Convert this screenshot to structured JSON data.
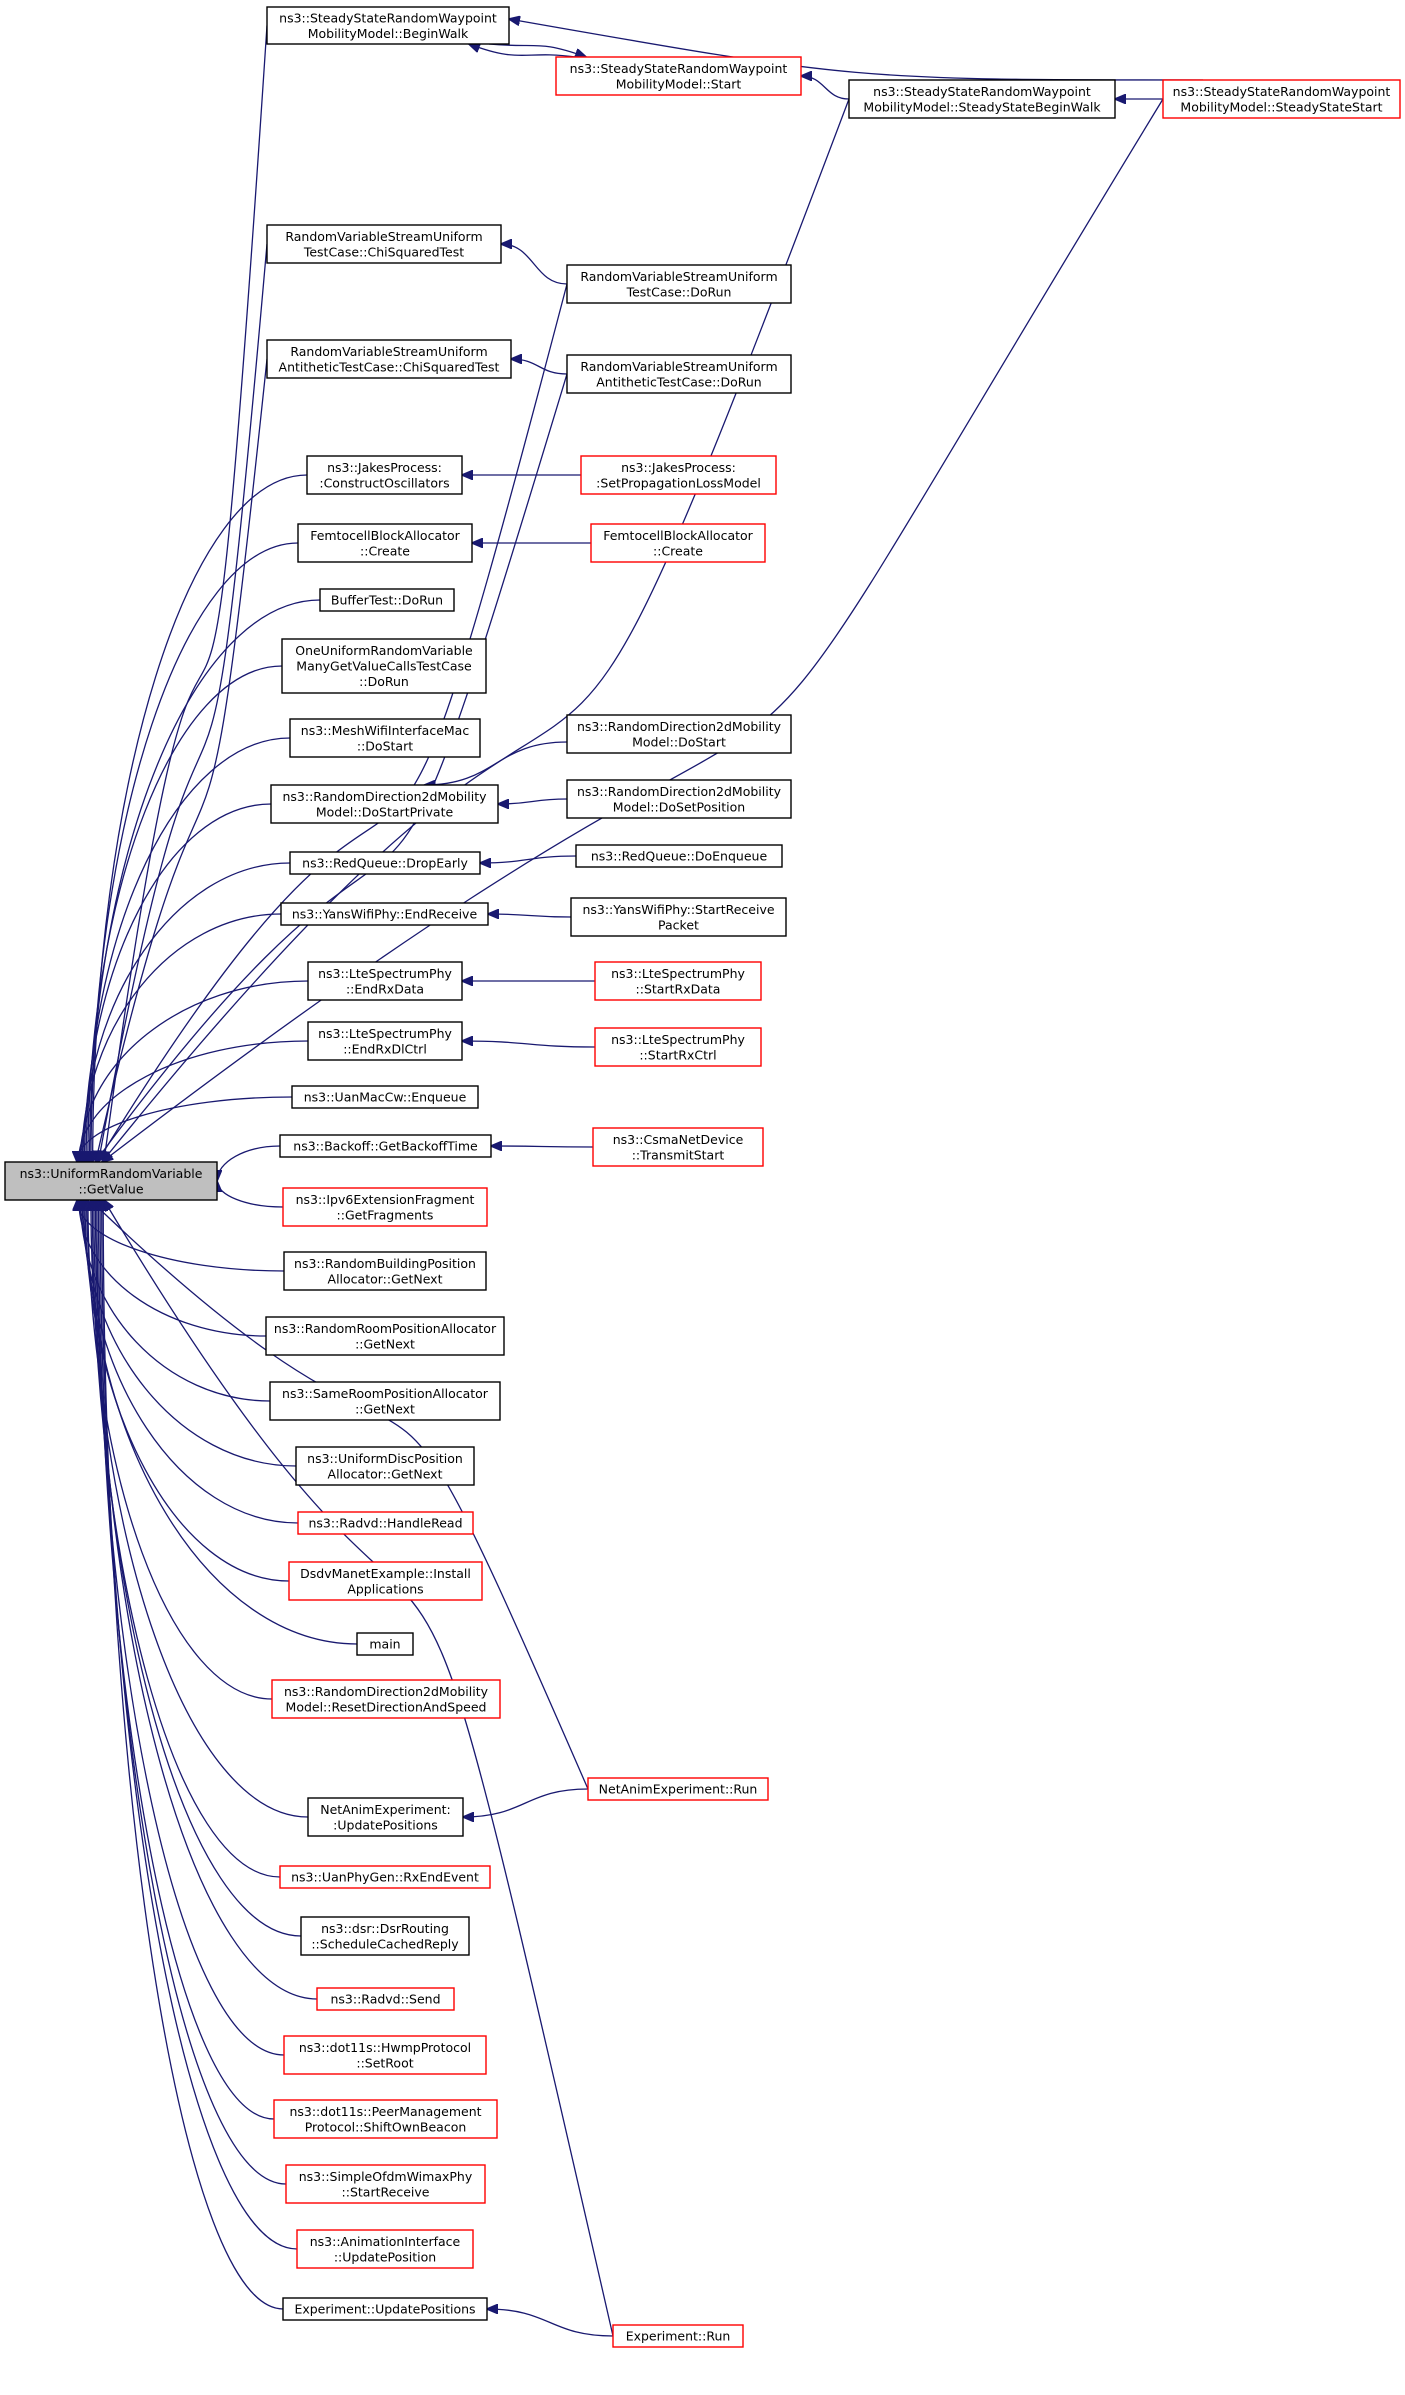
{
  "colors": {
    "edge": "#191970",
    "root_fill": "#bfbfbf",
    "border_black": "#000000",
    "border_red": "#ff0000",
    "fill": "#ffffff"
  },
  "nodes": [
    {
      "id": "root",
      "lines": [
        "ns3::UniformRandomVariable",
        "::GetValue"
      ],
      "border": "black",
      "fill": "grey"
    },
    {
      "id": "ssbw",
      "lines": [
        "ns3::SteadyStateRandomWaypoint",
        "MobilityModel::BeginWalk"
      ],
      "border": "black"
    },
    {
      "id": "ssstart",
      "lines": [
        "ns3::SteadyStateRandomWaypoint",
        "MobilityModel::Start"
      ],
      "border": "red"
    },
    {
      "id": "ssbeginwalk",
      "lines": [
        "ns3::SteadyStateRandomWaypoint",
        "MobilityModel::SteadyStateBeginWalk"
      ],
      "border": "black"
    },
    {
      "id": "ssss",
      "lines": [
        "ns3::SteadyStateRandomWaypoint",
        "MobilityModel::SteadyStateStart"
      ],
      "border": "red"
    },
    {
      "id": "chisq1",
      "lines": [
        "RandomVariableStreamUniform",
        "TestCase::ChiSquaredTest"
      ],
      "border": "black"
    },
    {
      "id": "dorun1",
      "lines": [
        "RandomVariableStreamUniform",
        "TestCase::DoRun"
      ],
      "border": "black"
    },
    {
      "id": "chisq2",
      "lines": [
        "RandomVariableStreamUniform",
        "AntitheticTestCase::ChiSquaredTest"
      ],
      "border": "black"
    },
    {
      "id": "dorun2",
      "lines": [
        "RandomVariableStreamUniform",
        "AntitheticTestCase::DoRun"
      ],
      "border": "black"
    },
    {
      "id": "jakes",
      "lines": [
        "ns3::JakesProcess:",
        ":ConstructOscillators"
      ],
      "border": "black"
    },
    {
      "id": "jakesset",
      "lines": [
        "ns3::JakesProcess:",
        ":SetPropagationLossModel"
      ],
      "border": "red"
    },
    {
      "id": "femto",
      "lines": [
        "FemtocellBlockAllocator",
        "::Create"
      ],
      "border": "black"
    },
    {
      "id": "femto2",
      "lines": [
        "FemtocellBlockAllocator",
        "::Create"
      ],
      "border": "red"
    },
    {
      "id": "buffertest",
      "lines": [
        "BufferTest::DoRun"
      ],
      "border": "black"
    },
    {
      "id": "oneuniform",
      "lines": [
        "OneUniformRandomVariable",
        "ManyGetValueCallsTestCase",
        "::DoRun"
      ],
      "border": "black"
    },
    {
      "id": "meshwifi",
      "lines": [
        "ns3::MeshWifiInterfaceMac",
        "::DoStart"
      ],
      "border": "black"
    },
    {
      "id": "rd2dpriv",
      "lines": [
        "ns3::RandomDirection2dMobility",
        "Model::DoStartPrivate"
      ],
      "border": "black"
    },
    {
      "id": "rd2dstart",
      "lines": [
        "ns3::RandomDirection2dMobility",
        "Model::DoStart"
      ],
      "border": "black"
    },
    {
      "id": "rd2dsetpos",
      "lines": [
        "ns3::RandomDirection2dMobility",
        "Model::DoSetPosition"
      ],
      "border": "black"
    },
    {
      "id": "redqdrop",
      "lines": [
        "ns3::RedQueue::DropEarly"
      ],
      "border": "black"
    },
    {
      "id": "redqenq",
      "lines": [
        "ns3::RedQueue::DoEnqueue"
      ],
      "border": "black"
    },
    {
      "id": "yansend",
      "lines": [
        "ns3::YansWifiPhy::EndReceive"
      ],
      "border": "black"
    },
    {
      "id": "yansstart",
      "lines": [
        "ns3::YansWifiPhy::StartReceive",
        "Packet"
      ],
      "border": "black"
    },
    {
      "id": "lteendrx",
      "lines": [
        "ns3::LteSpectrumPhy",
        "::EndRxData"
      ],
      "border": "black"
    },
    {
      "id": "ltestartrx",
      "lines": [
        "ns3::LteSpectrumPhy",
        "::StartRxData"
      ],
      "border": "red"
    },
    {
      "id": "lteenddl",
      "lines": [
        "ns3::LteSpectrumPhy",
        "::EndRxDlCtrl"
      ],
      "border": "black"
    },
    {
      "id": "ltestartctrl",
      "lines": [
        "ns3::LteSpectrumPhy",
        "::StartRxCtrl"
      ],
      "border": "red"
    },
    {
      "id": "uanenq",
      "lines": [
        "ns3::UanMacCw::Enqueue"
      ],
      "border": "black"
    },
    {
      "id": "backoff",
      "lines": [
        "ns3::Backoff::GetBackoffTime"
      ],
      "border": "black"
    },
    {
      "id": "csma",
      "lines": [
        "ns3::CsmaNetDevice",
        "::TransmitStart"
      ],
      "border": "red"
    },
    {
      "id": "ipv6frag",
      "lines": [
        "ns3::Ipv6ExtensionFragment",
        "::GetFragments"
      ],
      "border": "red"
    },
    {
      "id": "rbpa",
      "lines": [
        "ns3::RandomBuildingPosition",
        "Allocator::GetNext"
      ],
      "border": "black"
    },
    {
      "id": "rrpa",
      "lines": [
        "ns3::RandomRoomPositionAllocator",
        "::GetNext"
      ],
      "border": "black"
    },
    {
      "id": "srpa",
      "lines": [
        "ns3::SameRoomPositionAllocator",
        "::GetNext"
      ],
      "border": "black"
    },
    {
      "id": "udpa",
      "lines": [
        "ns3::UniformDiscPosition",
        "Allocator::GetNext"
      ],
      "border": "black"
    },
    {
      "id": "radvdread",
      "lines": [
        "ns3::Radvd::HandleRead"
      ],
      "border": "red"
    },
    {
      "id": "dsdv",
      "lines": [
        "DsdvManetExample::Install",
        "Applications"
      ],
      "border": "red"
    },
    {
      "id": "main",
      "lines": [
        "main"
      ],
      "border": "black"
    },
    {
      "id": "rd2dreset",
      "lines": [
        "ns3::RandomDirection2dMobility",
        "Model::ResetDirectionAndSpeed"
      ],
      "border": "red"
    },
    {
      "id": "netanimrun",
      "lines": [
        "NetAnimExperiment::Run"
      ],
      "border": "red"
    },
    {
      "id": "netanimupd",
      "lines": [
        "NetAnimExperiment:",
        ":UpdatePositions"
      ],
      "border": "black"
    },
    {
      "id": "uanphy",
      "lines": [
        "ns3::UanPhyGen::RxEndEvent"
      ],
      "border": "red"
    },
    {
      "id": "dsr",
      "lines": [
        "ns3::dsr::DsrRouting",
        "::ScheduleCachedReply"
      ],
      "border": "black"
    },
    {
      "id": "radvdsend",
      "lines": [
        "ns3::Radvd::Send"
      ],
      "border": "red"
    },
    {
      "id": "hwmp",
      "lines": [
        "ns3::dot11s::HwmpProtocol",
        "::SetRoot"
      ],
      "border": "red"
    },
    {
      "id": "peermgmt",
      "lines": [
        "ns3::dot11s::PeerManagement",
        "Protocol::ShiftOwnBeacon"
      ],
      "border": "red"
    },
    {
      "id": "simpleofdm",
      "lines": [
        "ns3::SimpleOfdmWimaxPhy",
        "::StartReceive"
      ],
      "border": "red"
    },
    {
      "id": "anim",
      "lines": [
        "ns3::AnimationInterface",
        "::UpdatePosition"
      ],
      "border": "red"
    },
    {
      "id": "expupd",
      "lines": [
        "Experiment::UpdatePositions"
      ],
      "border": "black"
    },
    {
      "id": "exprun",
      "lines": [
        "Experiment::Run"
      ],
      "border": "red"
    }
  ],
  "edges": [
    [
      "ssbw",
      "root"
    ],
    [
      "ssstart",
      "ssbw"
    ],
    [
      "ssbw",
      "ssstart"
    ],
    [
      "ssbeginwalk",
      "ssstart"
    ],
    [
      "ssss",
      "ssbeginwalk"
    ],
    [
      "ssss",
      "ssbw"
    ],
    [
      "ssbeginwalk",
      "root"
    ],
    [
      "ssss",
      "root"
    ],
    [
      "chisq1",
      "root"
    ],
    [
      "dorun1",
      "chisq1"
    ],
    [
      "dorun1",
      "root"
    ],
    [
      "chisq2",
      "root"
    ],
    [
      "dorun2",
      "chisq2"
    ],
    [
      "dorun2",
      "root"
    ],
    [
      "jakes",
      "root"
    ],
    [
      "jakesset",
      "jakes"
    ],
    [
      "femto",
      "root"
    ],
    [
      "femto2",
      "femto"
    ],
    [
      "buffertest",
      "root"
    ],
    [
      "oneuniform",
      "root"
    ],
    [
      "meshwifi",
      "root"
    ],
    [
      "rd2dpriv",
      "root"
    ],
    [
      "rd2dstart",
      "rd2dpriv"
    ],
    [
      "rd2dsetpos",
      "rd2dpriv"
    ],
    [
      "redqdrop",
      "root"
    ],
    [
      "redqenq",
      "redqdrop"
    ],
    [
      "yansend",
      "root"
    ],
    [
      "yansstart",
      "yansend"
    ],
    [
      "lteendrx",
      "root"
    ],
    [
      "ltestartrx",
      "lteendrx"
    ],
    [
      "lteenddl",
      "root"
    ],
    [
      "ltestartctrl",
      "lteenddl"
    ],
    [
      "uanenq",
      "root"
    ],
    [
      "backoff",
      "root"
    ],
    [
      "csma",
      "backoff"
    ],
    [
      "ipv6frag",
      "root"
    ],
    [
      "rbpa",
      "root"
    ],
    [
      "rrpa",
      "root"
    ],
    [
      "srpa",
      "root"
    ],
    [
      "udpa",
      "root"
    ],
    [
      "radvdread",
      "root"
    ],
    [
      "dsdv",
      "root"
    ],
    [
      "main",
      "root"
    ],
    [
      "rd2dreset",
      "root"
    ],
    [
      "netanimrun",
      "root"
    ],
    [
      "netanimupd",
      "root"
    ],
    [
      "netanimrun",
      "netanimupd"
    ],
    [
      "uanphy",
      "root"
    ],
    [
      "dsr",
      "root"
    ],
    [
      "radvdsend",
      "root"
    ],
    [
      "hwmp",
      "root"
    ],
    [
      "peermgmt",
      "root"
    ],
    [
      "simpleofdm",
      "root"
    ],
    [
      "anim",
      "root"
    ],
    [
      "expupd",
      "root"
    ],
    [
      "exprun",
      "expupd"
    ],
    [
      "exprun",
      "root"
    ]
  ]
}
